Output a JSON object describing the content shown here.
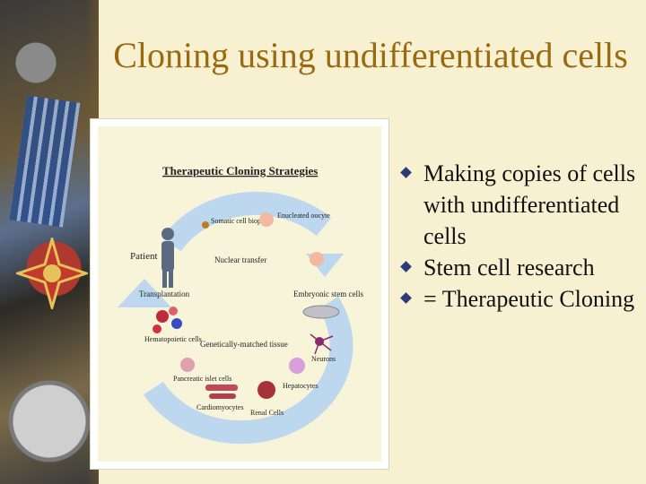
{
  "slide": {
    "title": "Cloning using undifferentiated cells",
    "bullets": [
      "Making copies of cells with undifferentiated cells",
      "Stem cell research",
      "= Therapeutic Cloning"
    ]
  },
  "diagram": {
    "title": "Therapeutic Cloning Strategies",
    "labels": {
      "patient": "Patient",
      "somatic": "Somatic cell biopsy",
      "enucleated": "Enucleated oocyte",
      "nuclear": "Nuclear transfer",
      "transplantation": "Transplantation",
      "embryonic": "Embryonic stem cells",
      "hematopoietic": "Hematopoietic cells",
      "genetic": "Genetically-matched tissue",
      "neurons": "Neurons",
      "pancreatic": "Pancreatic islet cells",
      "hepatocytes": "Hepatocytes",
      "cardiomyocytes": "Cardiomyocytes",
      "renal": "Renal Cells"
    }
  },
  "colors": {
    "title": "#9a6a10",
    "background": "#f7f1d2",
    "bullet": "#2a3a7a",
    "cycle": "#bcd7ee"
  }
}
